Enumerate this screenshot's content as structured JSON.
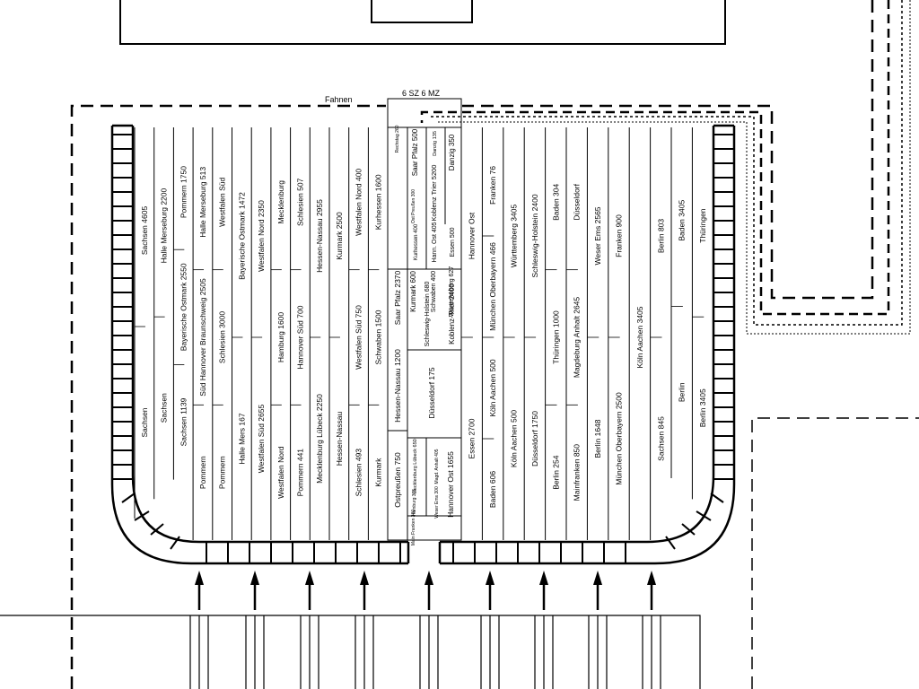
{
  "title_banner": "Fahnen",
  "top_box_label": "6 SZ  6 MZ",
  "left_columns": [
    [
      "Sachsen 4605",
      "Sachsen"
    ],
    [
      "Halle Merseburg 2200",
      "Sachsen"
    ],
    [
      "Pommern 1750",
      "Bayerische Ostmark 2550",
      "Sachsen 1139"
    ],
    [
      "Halle Merseburg 513",
      "Süd Hannover Braunschweig 2505",
      "Pommern"
    ],
    [
      "Westfalen Süd",
      "Schlesien 3000",
      "Pommern"
    ],
    [
      "Bayerische Ostmark 1472",
      "Halle Mers 167"
    ],
    [
      "Westfalen Nord 2350",
      "Westfalen Süd 2655"
    ],
    [
      "Mecklenburg",
      "Hamburg 1600",
      "Westfalen Nord"
    ],
    [
      "Schlesien 507",
      "Hannover Süd 700",
      "Pommern 441"
    ],
    [
      "Hessen-Nassau 2955",
      "Mecklenburg Lübeck 2250"
    ],
    [
      "Kurmark 2500",
      "Hessen-Nassau"
    ],
    [
      "Westfalen Nord 400",
      "Westfalen Süd 750",
      "Schlesien 493"
    ],
    [
      "Kurhessen 1600",
      "Schwaben 1500",
      "Kurmark"
    ]
  ],
  "right_columns": [
    [
      "Hannover Ost",
      "Essen 2700"
    ],
    [
      "Franken 76",
      "München Oberbayern 466",
      "Köln Aachen 500",
      "Baden 606"
    ],
    [
      "Württemberg 3405",
      "Köln Aachen 500"
    ],
    [
      "Schleswig-Holstein 2400",
      "Düsseldorf 1750"
    ],
    [
      "Baden 304",
      "Thüringen 1000",
      "Berlin 254"
    ],
    [
      "Düsseldorf",
      "Magdeburg Anhalt 2645",
      "Mainfranken 850"
    ],
    [
      "Weser Ems 2565",
      "Berlin 1648"
    ],
    [
      "Franken 900",
      "München Oberbayern 2500"
    ],
    [
      "Köln Aachen 3405"
    ],
    [
      "Berlin 803",
      "Sachsen 845"
    ],
    [
      "Baden 3405",
      "Berlin"
    ],
    [
      "Thüringen",
      "Berlin 3405"
    ]
  ],
  "center_block": {
    "col_a": [
      "Saar Pfalz 2370",
      "Hessen-Nassau 1200",
      "Ostpreußen 750"
    ],
    "col_b_top": [
      "Rechstag 260",
      "Saar Pfalz 500",
      "Danzig 135",
      "Koblenz Trier 5200",
      "Danzig 350"
    ],
    "col_b_mid": [
      "Ost Preußen 300",
      "Kurhessen 400",
      "Hann. Ost 405",
      "Essen 500",
      "Kurmark 600",
      "Schwaben 400",
      "Württem-berg 627",
      "Schleswig-Holstein 680",
      "Koblenz-Trier 2400"
    ],
    "col_b_low": [
      "Düsseldorf 175",
      "Mecklenburg Lübeck 650",
      "Hamburg 375",
      "Magd. Anhalt 405",
      "Weser Ems 300",
      "Main Franken 300",
      "Hannover Ost 1655"
    ]
  }
}
